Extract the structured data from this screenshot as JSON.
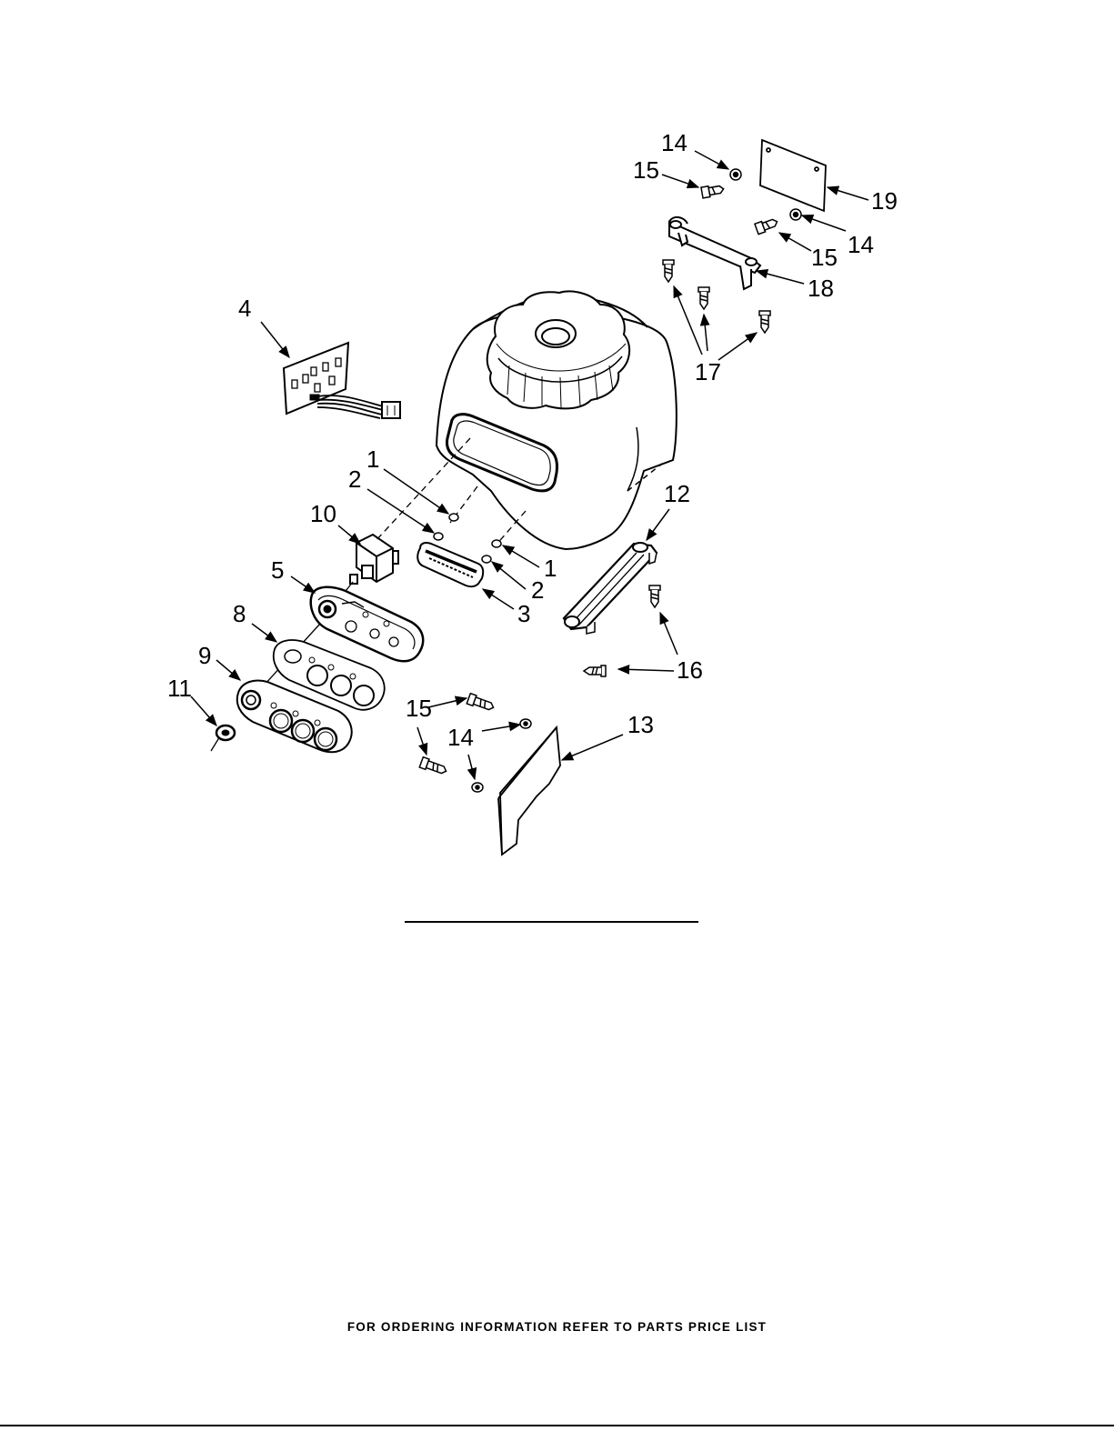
{
  "callouts": [
    {
      "id": "c1a",
      "text": "1"
    },
    {
      "id": "c2a",
      "text": "2"
    },
    {
      "id": "c1b",
      "text": "1"
    },
    {
      "id": "c2b",
      "text": "2"
    },
    {
      "id": "c3",
      "text": "3"
    },
    {
      "id": "c4",
      "text": "4"
    },
    {
      "id": "c5",
      "text": "5"
    },
    {
      "id": "c8",
      "text": "8"
    },
    {
      "id": "c9",
      "text": "9"
    },
    {
      "id": "c10",
      "text": "10"
    },
    {
      "id": "c11",
      "text": "11"
    },
    {
      "id": "c12",
      "text": "12"
    },
    {
      "id": "c13",
      "text": "13"
    },
    {
      "id": "c14a",
      "text": "14"
    },
    {
      "id": "c14b",
      "text": "14"
    },
    {
      "id": "c14c",
      "text": "14"
    },
    {
      "id": "c15a",
      "text": "15"
    },
    {
      "id": "c15b",
      "text": "15"
    },
    {
      "id": "c15c",
      "text": "15"
    },
    {
      "id": "c16",
      "text": "16"
    },
    {
      "id": "c17",
      "text": "17"
    },
    {
      "id": "c18",
      "text": "18"
    },
    {
      "id": "c19",
      "text": "19"
    }
  ],
  "footer": {
    "text": "FOR ORDERING INFORMATION REFER TO PARTS PRICE LIST"
  }
}
